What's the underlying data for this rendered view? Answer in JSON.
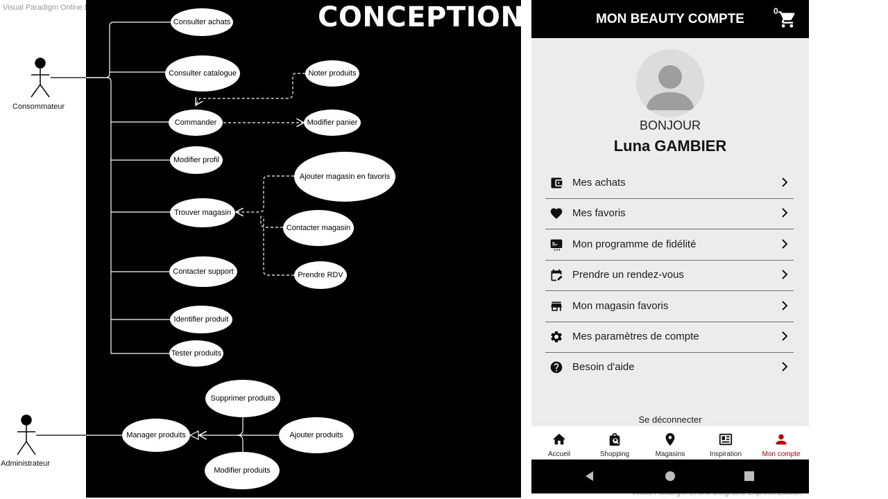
{
  "watermarks": {
    "top_left": "Visual Paradigm Online Diagrams Express Edition",
    "bottom_right": "Visual Paradigm Online Diagrams Express Edition"
  },
  "title": "CONCEPTION",
  "diagram": {
    "actors": {
      "consumer": "Consommateur",
      "admin": "Administrateur"
    },
    "use_cases": {
      "consulter_achats": "Consulter achats",
      "consulter_catalogue": "Consulter catalogue",
      "noter_produits": "Noter produits",
      "commander": "Commander",
      "modifier_panier": "Modifier panier",
      "modifier_profil": "Modifier profil",
      "ajouter_magasin": "Ajouter magasin en favoris",
      "trouver_magasin": "Trouver magasin",
      "contacter_magasin": "Contacter magasin",
      "prendre_rdv": "Prendre RDV",
      "contacter_support": "Contacter support",
      "identifier_produit": "Identifier produit",
      "tester_produits": "Tester produits",
      "supprimer_produits": "Supprimer produits",
      "manager_produits": "Manager produits",
      "ajouter_produits": "Ajouter produits",
      "modifier_produits": "Modifier produits"
    }
  },
  "phone": {
    "header_title": "MON BEAUTY COMPTE",
    "cart_count": "0",
    "greeting": "BONJOUR",
    "user_name": "Luna GAMBIER",
    "menu": [
      {
        "label": "Mes achats",
        "icon": "wallet-icon"
      },
      {
        "label": "Mes favoris",
        "icon": "heart-icon"
      },
      {
        "label": "Mon programme de fidélité",
        "icon": "loyalty-card-icon"
      },
      {
        "label": "Prendre un rendez-vous",
        "icon": "calendar-edit-icon"
      },
      {
        "label": "Mon magasin favoris",
        "icon": "store-icon"
      },
      {
        "label": "Mes paramètres de compte",
        "icon": "gear-icon"
      },
      {
        "label": "Besoin d'aide",
        "icon": "help-icon"
      }
    ],
    "logout": "Se déconnecter",
    "nav": [
      {
        "label": "Accueil",
        "icon": "home-icon"
      },
      {
        "label": "Shopping",
        "icon": "shopping-bag-search-icon"
      },
      {
        "label": "Magasins",
        "icon": "map-pin-icon"
      },
      {
        "label": "Inspiration",
        "icon": "news-icon"
      },
      {
        "label": "Mon compte",
        "icon": "person-icon",
        "active": true
      }
    ],
    "colors": {
      "active_nav": "#c40000",
      "header_bg": "#000000",
      "body_bg": "#ececec"
    }
  }
}
